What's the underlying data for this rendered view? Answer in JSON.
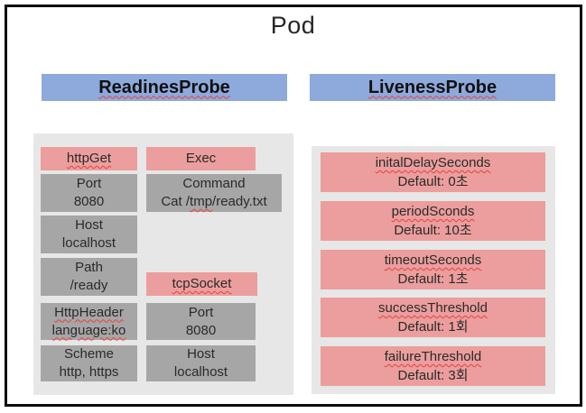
{
  "title": "Pod",
  "colors": {
    "blue": "#8ea9db",
    "pink": "#eb9e9d",
    "gray": "#a6a6a6",
    "panel": "#e7e7e7",
    "border": "#0d0d0d",
    "squiggle": "#e8413c",
    "text": "#262626"
  },
  "readiness": {
    "header": "ReadinesProbe",
    "httpGet": {
      "header": "httpGet",
      "rows": [
        {
          "label": "Port",
          "value": "8080"
        },
        {
          "label": "Host",
          "value": "localhost"
        },
        {
          "label": "Path",
          "value": "/ready"
        },
        {
          "label": "HttpHeader",
          "value": "language:ko"
        },
        {
          "label": "Scheme",
          "value": "http, https"
        }
      ]
    },
    "exec": {
      "header": "Exec",
      "command": {
        "label": "Command",
        "value_pre": "Cat /",
        "value_sq": "tmp",
        "value_post": "/ready.txt"
      }
    },
    "tcpSocket": {
      "header": "tcpSocket",
      "rows": [
        {
          "label": "Port",
          "value": "8080"
        },
        {
          "label": "Host",
          "value": "localhost"
        }
      ]
    }
  },
  "liveness": {
    "header": "LivenessProbe",
    "items": [
      {
        "name": "initalDelaySeconds",
        "default_value": "Default: 0초"
      },
      {
        "name": "periodSconds",
        "default_value": "Default: 10초"
      },
      {
        "name": "timeoutSeconds",
        "default_value": "Default: 1초"
      },
      {
        "name": "successThreshold",
        "default_value": "Default: 1회"
      },
      {
        "name": "failureThreshold",
        "default_value": "Default: 3회"
      }
    ]
  }
}
